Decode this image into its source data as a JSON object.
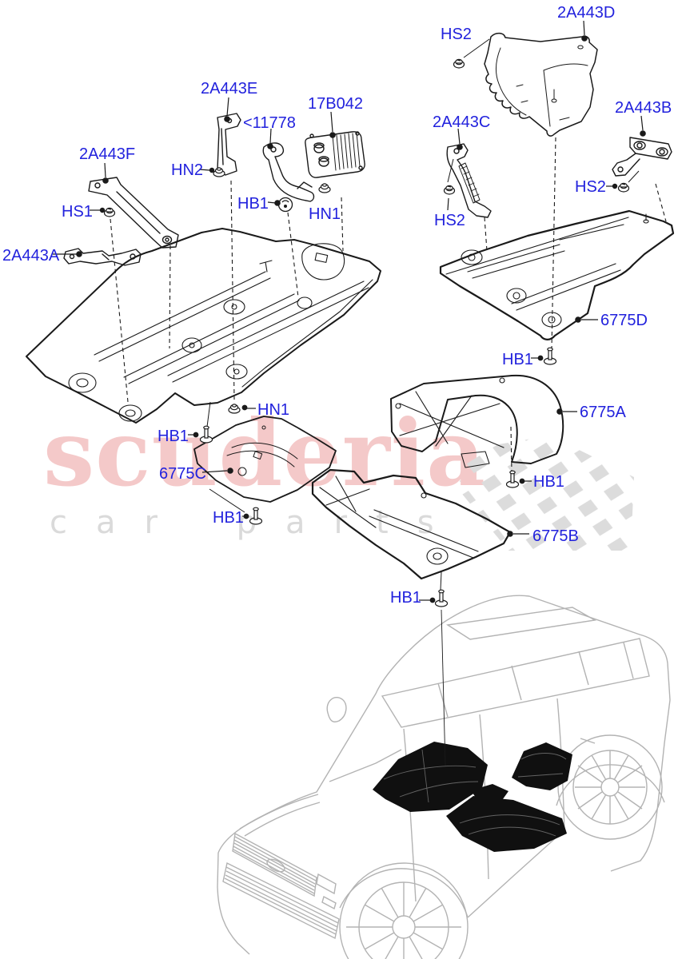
{
  "watermark": {
    "brand": "scuderia",
    "tagline": "car parts"
  },
  "colors": {
    "label_blue": "#2222dd",
    "line_black": "#1a1a1a",
    "watermark_pink": "#f3c6c6",
    "watermark_gray": "#dadada",
    "checker_gray": "#dcdcdc",
    "car_outline_gray": "#b3b3b3",
    "panel_fill_black": "#101010"
  },
  "icons": {
    "screw": "screw-bolt-icon",
    "nut": "flange-nut-icon",
    "pushpin_bolt": "pin-bolt-icon",
    "grommet": "grommet-icon",
    "checker": "checkered-flag-pattern"
  },
  "callouts": [
    {
      "id": "2A443F",
      "text": "2A443F"
    },
    {
      "id": "HS1",
      "text": "HS1"
    },
    {
      "id": "2A443A",
      "text": "2A443A"
    },
    {
      "id": "2A443E",
      "text": "2A443E"
    },
    {
      "id": "11778",
      "text": "<11778"
    },
    {
      "id": "17B042",
      "text": "17B042"
    },
    {
      "id": "HN2",
      "text": "HN2"
    },
    {
      "id": "HB1-a",
      "text": "HB1"
    },
    {
      "id": "HN1-a",
      "text": "HN1"
    },
    {
      "id": "2A443D",
      "text": "2A443D"
    },
    {
      "id": "HS2-a",
      "text": "HS2"
    },
    {
      "id": "2A443C",
      "text": "2A443C"
    },
    {
      "id": "2A443B",
      "text": "2A443B"
    },
    {
      "id": "HS2-b",
      "text": "HS2"
    },
    {
      "id": "HS2-c",
      "text": "HS2"
    },
    {
      "id": "6775D",
      "text": "6775D"
    },
    {
      "id": "HB1-b",
      "text": "HB1"
    },
    {
      "id": "6775A",
      "text": "6775A"
    },
    {
      "id": "HB1-c",
      "text": "HB1"
    },
    {
      "id": "HN1-b",
      "text": "HN1"
    },
    {
      "id": "HB1-d",
      "text": "HB1"
    },
    {
      "id": "6775C",
      "text": "6775C"
    },
    {
      "id": "HB1-e",
      "text": "HB1"
    },
    {
      "id": "6775B",
      "text": "6775B"
    },
    {
      "id": "HB1-f",
      "text": "HB1"
    }
  ]
}
